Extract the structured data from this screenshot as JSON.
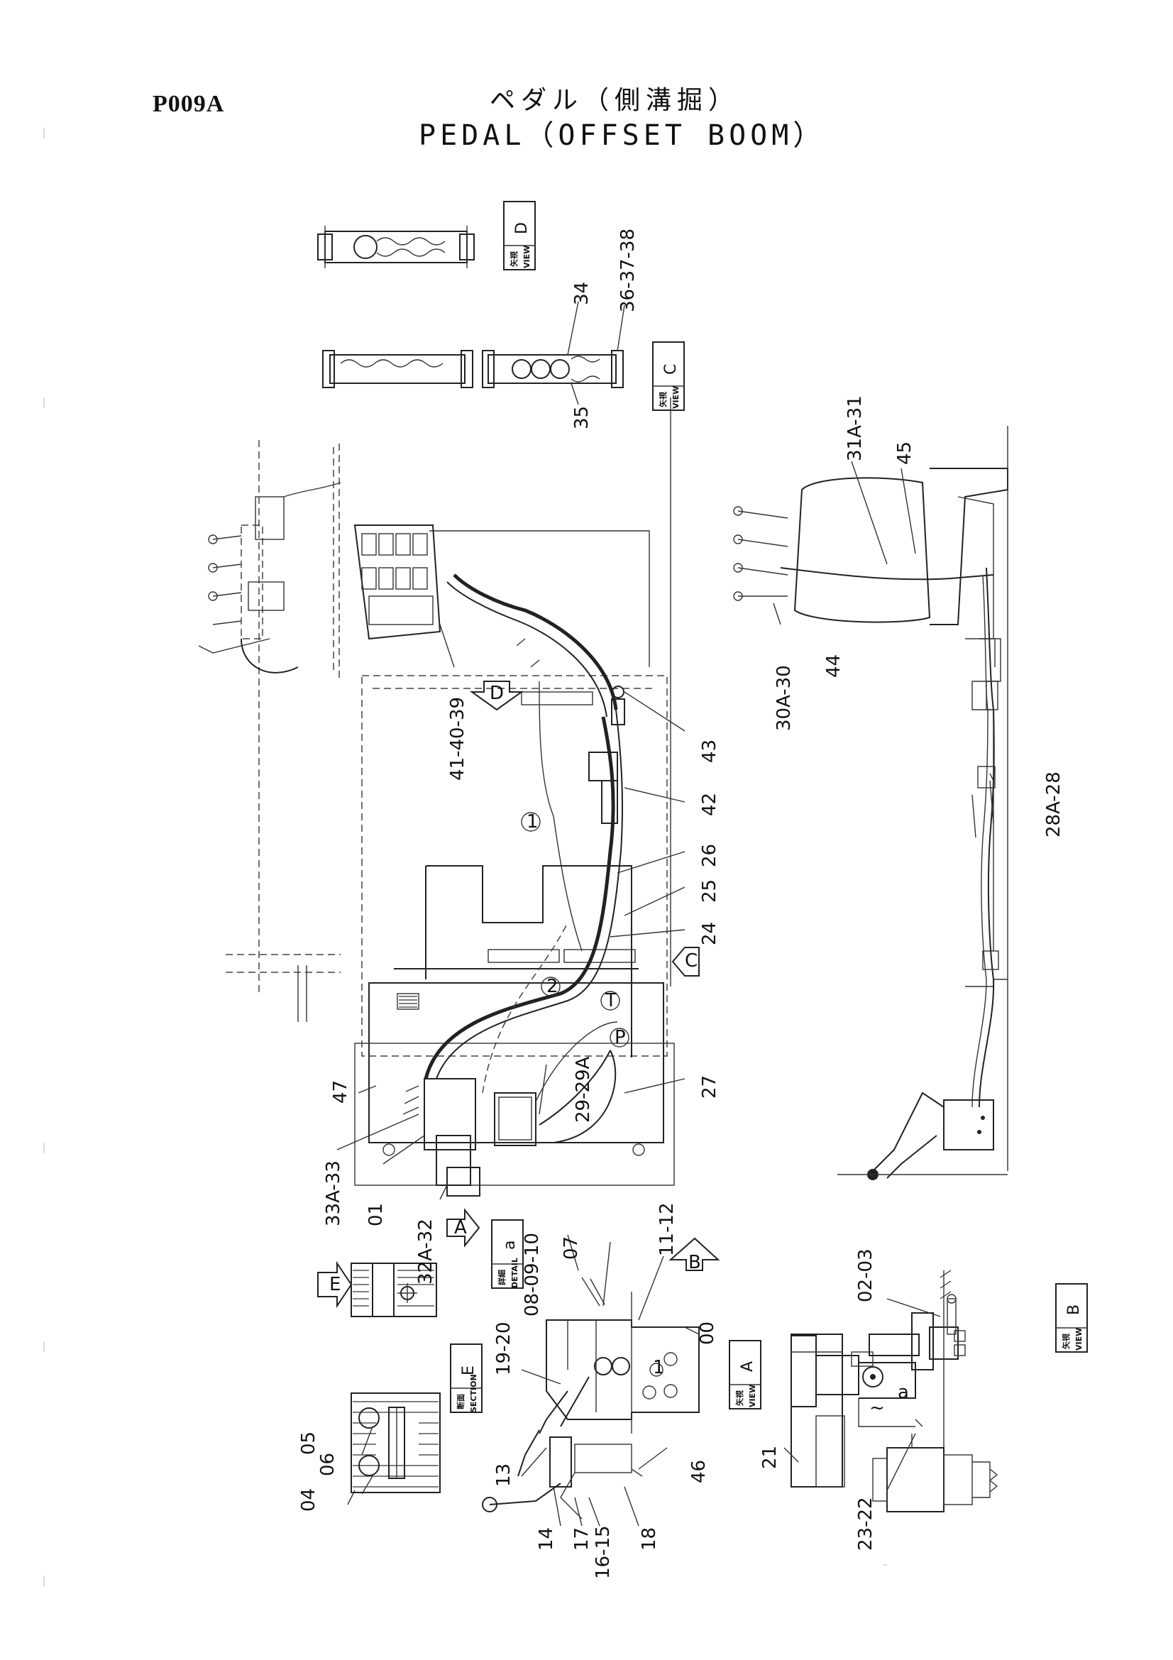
{
  "page": {
    "code": "P009A",
    "title_jp": "ペダル（側溝掘）",
    "title_en": "PEDAL（OFFSET BOOM）"
  },
  "view_boxes": [
    {
      "jp": "矢視",
      "en": "VIEW",
      "letter": "D"
    },
    {
      "jp": "矢視",
      "en": "VIEW",
      "letter": "C"
    },
    {
      "jp": "詳細",
      "en": "DETAIL",
      "letter": "a"
    },
    {
      "jp": "断面",
      "en": "SECTION",
      "letter": "E"
    },
    {
      "jp": "矢視",
      "en": "VIEW",
      "letter": "A"
    },
    {
      "jp": "矢視",
      "en": "VIEW",
      "letter": "B"
    }
  ],
  "arrow_letters": [
    "D",
    "C",
    "A",
    "B",
    "E"
  ],
  "circled_marks": [
    "1",
    "2",
    "T",
    "P"
  ],
  "small_marks": [
    "a",
    "~"
  ],
  "part_labels": [
    "34",
    "36-37-38",
    "35",
    "31A-31",
    "45",
    "30A-30",
    "44",
    "28A-28",
    "41-40-39",
    "43",
    "42",
    "26",
    "25",
    "24",
    "27",
    "29-29A",
    "47",
    "33A-33",
    "01",
    "32A-32",
    "07",
    "08-09-10",
    "11-12",
    "00",
    "19-20",
    "13",
    "14",
    "17",
    "16-15",
    "18",
    "46",
    "04",
    "06",
    "05",
    "02-03",
    "21",
    "23-22"
  ]
}
